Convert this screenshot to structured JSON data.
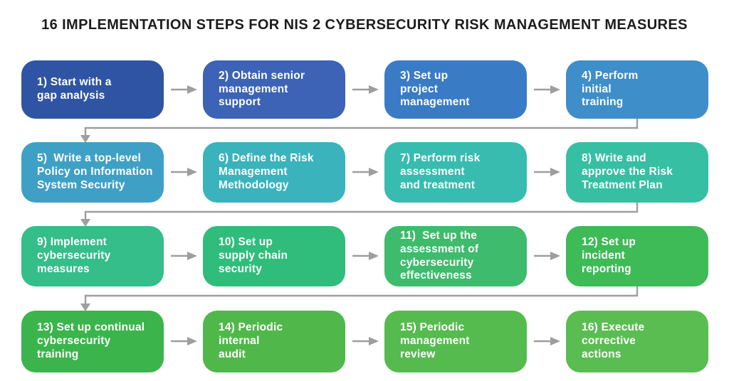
{
  "title": "16 IMPLEMENTATION STEPS FOR NIS 2 CYBERSECURITY RISK MANAGEMENT MEASURES",
  "arrow_color": "#9e9e9e",
  "steps": [
    {
      "label": "1) Start with a\ngap analysis",
      "color": "#2f54a3"
    },
    {
      "label": "2) Obtain senior\nmanagement\nsupport",
      "color": "#3c63b5"
    },
    {
      "label": "3) Set up\nproject\nmanagement",
      "color": "#3a7bc5"
    },
    {
      "label": "4) Perform\ninitial\ntraining",
      "color": "#3d8ec9"
    },
    {
      "label": "5)  Write a top-level\nPolicy on Information\nSystem Security",
      "color": "#3fa0c6"
    },
    {
      "label": "6) Define the Risk\nManagement\nMethodology",
      "color": "#3ab3bd"
    },
    {
      "label": "7) Perform risk\nassessment\nand treatment",
      "color": "#37bcaf"
    },
    {
      "label": "8) Write and\napprove the Risk\nTreatment Plan",
      "color": "#36bfa3"
    },
    {
      "label": "9) Implement\ncybersecurity\nmeasures",
      "color": "#35bd8a"
    },
    {
      "label": "10) Set up\nsupply chain\nsecurity",
      "color": "#30bd7b"
    },
    {
      "label": "11)  Set up the\nassessment of\ncybersecurity\neffectiveness",
      "color": "#3ebb6c"
    },
    {
      "label": "12) Set up\nincident\nreporting",
      "color": "#3eba57"
    },
    {
      "label": "13) Set up continual\ncybersecurity\ntraining",
      "color": "#3cb44c"
    },
    {
      "label": "14) Periodic\ninternal\naudit",
      "color": "#50b84b"
    },
    {
      "label": "15) Periodic\nmanagement\nreview",
      "color": "#55bb4e"
    },
    {
      "label": "16) Execute\ncorrective\nactions",
      "color": "#5abd52"
    }
  ]
}
